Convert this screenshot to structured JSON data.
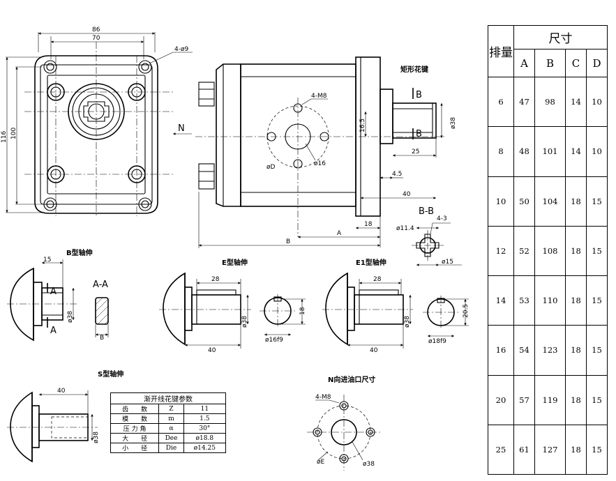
{
  "front_view": {
    "dim_86": "86",
    "dim_70": "70",
    "dim_116": "116",
    "dim_100": "100",
    "holes": "4-ø9",
    "n_label": "N"
  },
  "side_view": {
    "title": "矩形花键",
    "b_top": "B",
    "b_bot": "B",
    "ports": "4-M8",
    "dim_165": "16.5",
    "dim_38": "ø38",
    "dim_25": "25",
    "dim_45": "4.5",
    "dim_40": "40",
    "dim_18": "18",
    "dim_A": "A",
    "dim_B": "B",
    "od": "øD",
    "o16": "ø16"
  },
  "section_bb": {
    "title": "B-B",
    "dim_114": "ø11.4",
    "dim_4x3": "4-3",
    "dim_15": "ø15"
  },
  "shaft_b": {
    "title": "B型轴伸",
    "dim_15": "15",
    "a_top": "A",
    "a_bot": "A",
    "dim_38": "ø38"
  },
  "section_aa": {
    "title": "A-A",
    "b_label": "B"
  },
  "shaft_e": {
    "title": "E型轴伸",
    "dim_28": "28",
    "dim_40": "40",
    "dim_38": "ø38",
    "dim_18": "18",
    "dim_16f9": "ø16f9"
  },
  "shaft_e1": {
    "title": "E1型轴伸",
    "dim_28": "28",
    "dim_40": "40",
    "dim_38": "ø38",
    "dim_205": "20.5",
    "dim_18f9": "ø18f9"
  },
  "shaft_s": {
    "title": "S型轴伸",
    "dim_40": "40",
    "dim_38": "ø38"
  },
  "port_view": {
    "title": "N向进油口尺寸",
    "ports": "4-M8",
    "oe": "øE",
    "o38": "ø38"
  },
  "spline_table": {
    "caption": "渐开线花键参数",
    "rows": [
      [
        "齿　　数",
        "Z",
        "11"
      ],
      [
        "模　　数",
        "m",
        "1.5"
      ],
      [
        "压 力 角",
        "α",
        "30°"
      ],
      [
        "大　　径",
        "Dee",
        "ø18.8"
      ],
      [
        "小　　径",
        "Die",
        "ø14.25"
      ]
    ]
  },
  "spec_table": {
    "header_left": "排量",
    "header_span": "尺寸",
    "columns": [
      "A",
      "B",
      "C",
      "D"
    ],
    "rows": [
      [
        "6",
        "47",
        "98",
        "14",
        "10"
      ],
      [
        "8",
        "48",
        "101",
        "14",
        "10"
      ],
      [
        "10",
        "50",
        "104",
        "18",
        "15"
      ],
      [
        "12",
        "52",
        "108",
        "18",
        "15"
      ],
      [
        "14",
        "53",
        "110",
        "18",
        "15"
      ],
      [
        "16",
        "54",
        "123",
        "18",
        "15"
      ],
      [
        "20",
        "57",
        "119",
        "18",
        "15"
      ],
      [
        "25",
        "61",
        "127",
        "18",
        "15"
      ]
    ]
  }
}
